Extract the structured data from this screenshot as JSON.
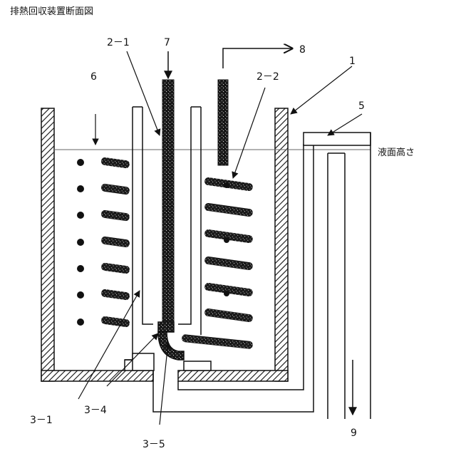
{
  "title": "排熱回収装置断面図",
  "labels": {
    "l1": "1",
    "l5": "5",
    "l6": "6",
    "l7": "7",
    "l8": "8",
    "l9": "9",
    "l2_1": "2－1",
    "l2_2": "2－2",
    "l3_1": "3－1",
    "l3_4": "3－4",
    "l3_5": "3－5",
    "liquid_level": "液面高さ"
  }
}
